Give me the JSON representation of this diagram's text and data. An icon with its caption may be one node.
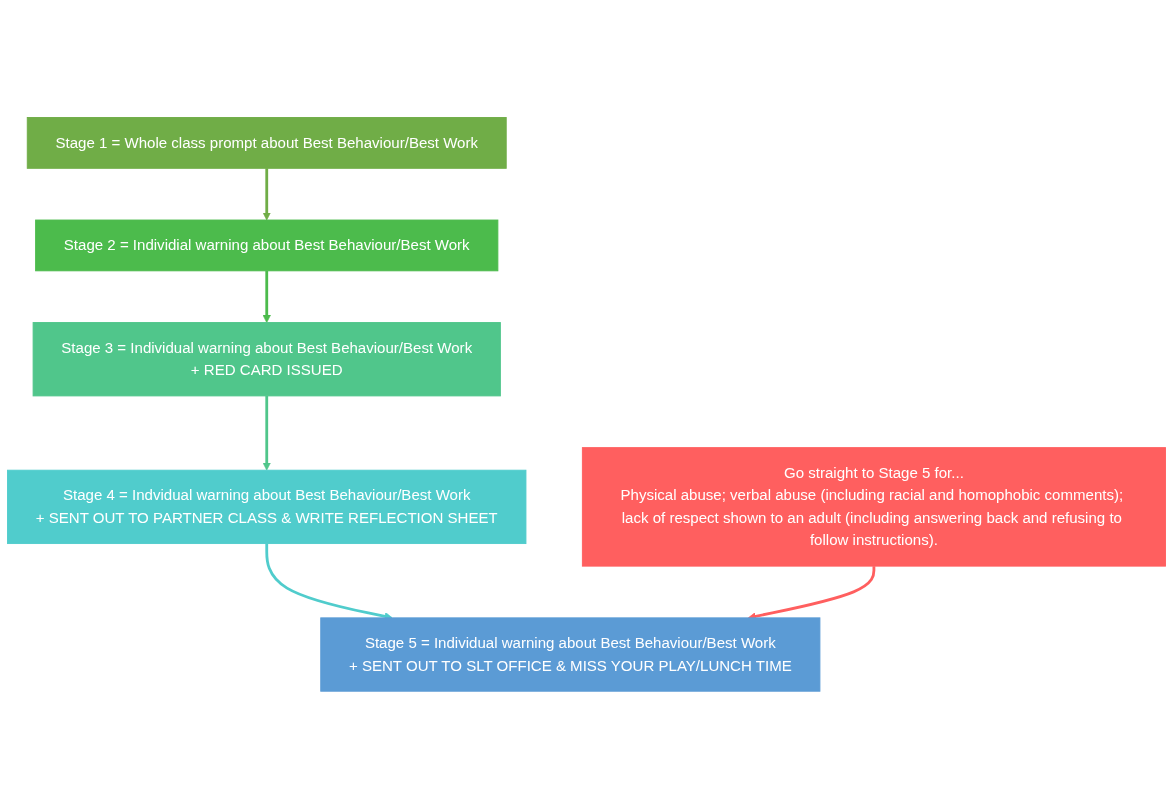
{
  "diagram": {
    "nodes": [
      {
        "text": [
          "Stage 1 = Whole class prompt about Best Behaviour/Best Work"
        ]
      },
      {
        "text": [
          "Stage 2 = Individial warning about Best Behaviour/Best Work"
        ]
      },
      {
        "text": [
          "Stage 3 = Individual warning about Best Behaviour/Best Work",
          "+ RED CARD ISSUED"
        ]
      },
      {
        "text": [
          "Stage 4 = Indvidual warning about Best Behaviour/Best Work",
          "+ SENT OUT TO PARTNER CLASS & WRITE REFLECTION SHEET"
        ]
      },
      {
        "text": [
          "Stage 5 = Individual warning about Best Behaviour/Best Work",
          "+ SENT OUT TO SLT OFFICE & MISS YOUR PLAY/LUNCH TIME"
        ]
      },
      {
        "text": [
          "Go straight to Stage 5 for...",
          "Physical abuse; verbal abuse (including racial and homophobic comments); lack of respect shown to an adult (including answering back and refusing to follow instructions)."
        ]
      }
    ],
    "edges": [
      {
        "from": 0,
        "to": 1,
        "arrow": "to",
        "color": "#70ad47"
      },
      {
        "from": 1,
        "to": 2,
        "arrow": "to",
        "color": "#4cbb4c"
      },
      {
        "from": 2,
        "to": 3,
        "arrow": "to",
        "color": "#50c68b"
      },
      {
        "from": 3,
        "to": 4,
        "arrow": "to",
        "color": "#50cccc"
      },
      {
        "from": 5,
        "to": 4,
        "arrow": "to",
        "color": "#ff5f5f"
      }
    ]
  }
}
